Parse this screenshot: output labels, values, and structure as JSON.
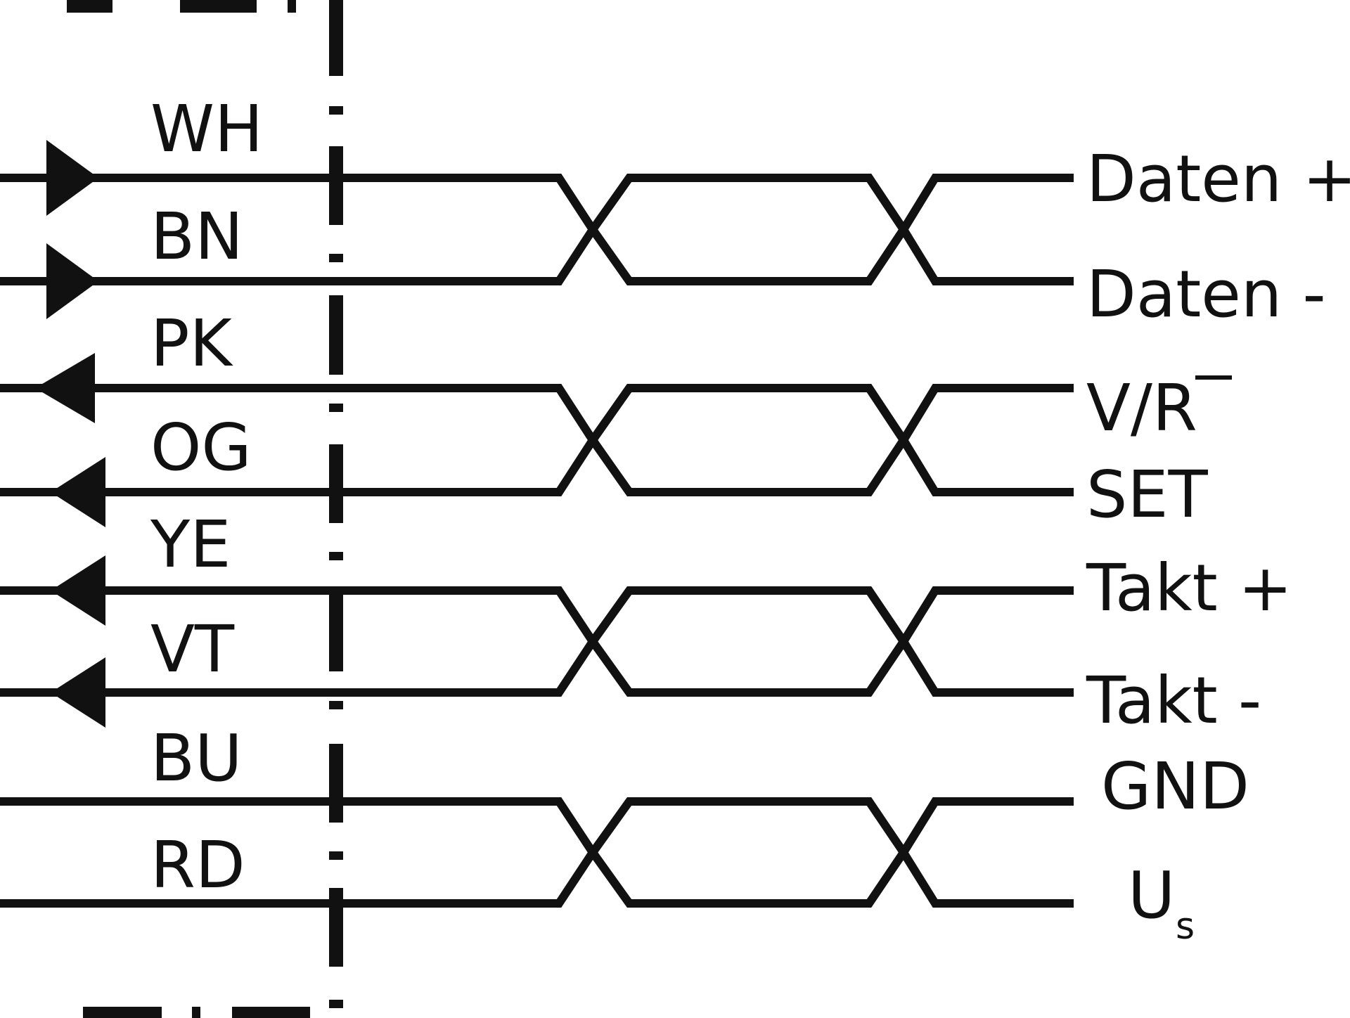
{
  "diagram": {
    "wires": [
      {
        "color_code": "WH",
        "signal": "Daten +",
        "direction": "in"
      },
      {
        "color_code": "BN",
        "signal": "Daten -",
        "direction": "in"
      },
      {
        "color_code": "PK",
        "signal": "V/R",
        "direction": "out"
      },
      {
        "color_code": "OG",
        "signal": "SET",
        "direction": "out"
      },
      {
        "color_code": "YE",
        "signal": "Takt +",
        "direction": "out"
      },
      {
        "color_code": "VT",
        "signal": "Takt -",
        "direction": "out"
      },
      {
        "color_code": "BU",
        "signal": "GND",
        "direction": "none"
      },
      {
        "color_code": "RD",
        "signal": "U",
        "signal_subscript": "s",
        "direction": "none"
      }
    ],
    "colors": {
      "line": "#111111",
      "background": "#ffffff"
    }
  }
}
